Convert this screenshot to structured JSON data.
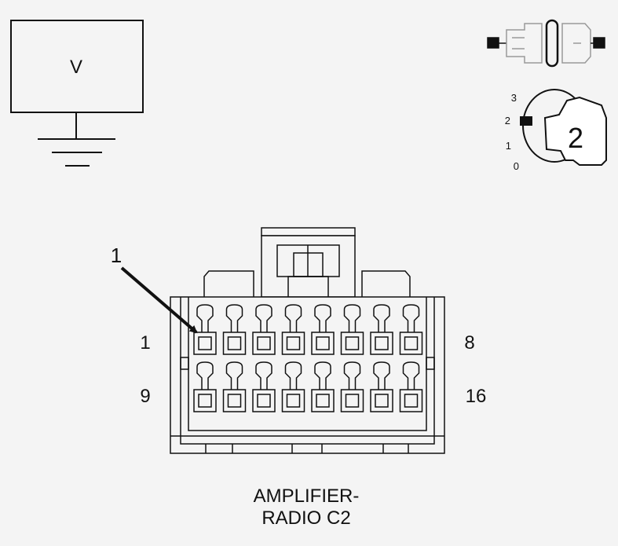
{
  "voltmeter": {
    "symbol": "V",
    "icon": "voltmeter-ground-icon"
  },
  "ignition": {
    "position_labels": [
      "3",
      "2",
      "1",
      "0"
    ],
    "key_position": "2",
    "icons": [
      "connector-disconnected-icon",
      "ignition-key-icon"
    ]
  },
  "connector": {
    "callout_pin": "1",
    "pin_labels": {
      "top_left": "1",
      "top_right": "8",
      "bottom_left": "9",
      "bottom_right": "16"
    },
    "rows": 2,
    "pins_per_row": 8,
    "caption_line1": "AMPLIFIER-",
    "caption_line2": "RADIO C2"
  }
}
